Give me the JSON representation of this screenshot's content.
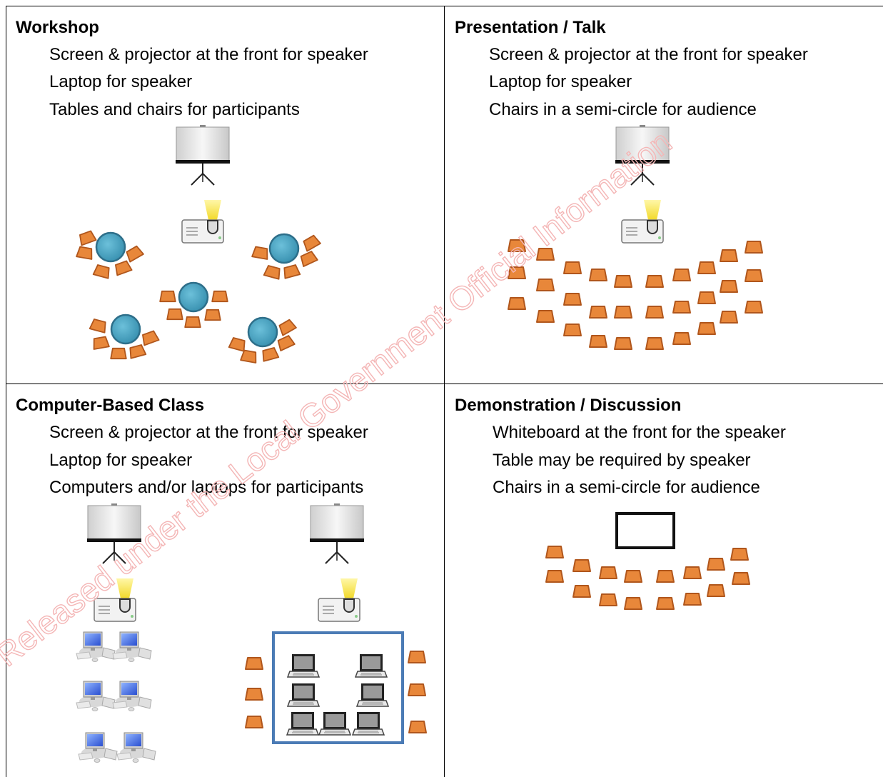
{
  "sections": [
    {
      "title": "Workshop",
      "lines": [
        "Screen & projector at the front for speaker",
        "Laptop for speaker",
        "Tables and chairs for participants"
      ]
    },
    {
      "title": "Presentation / Talk",
      "lines": [
        "Screen & projector at the front for speaker",
        "Laptop for speaker",
        "Chairs in a semi-circle for audience"
      ]
    },
    {
      "title": "Computer-Based Class",
      "lines": [
        "Screen & projector at the front for speaker",
        "Laptop for speaker",
        "Computers and/or laptops for participants"
      ]
    },
    {
      "title": "Demonstration / Discussion",
      "lines": [
        "Whiteboard at the front for the speaker",
        "Table may be required by speaker",
        "Chairs in a semi-circle for audience"
      ]
    }
  ],
  "watermark": "Released under the Local Government Official Information",
  "colors": {
    "chair": "#E8873A",
    "chair_border": "#B0561C",
    "table": "#4AA3C0",
    "laptop_frame": "#4B7BB5",
    "watermark": "#F4B6B6",
    "beam": "#F5E94A"
  }
}
